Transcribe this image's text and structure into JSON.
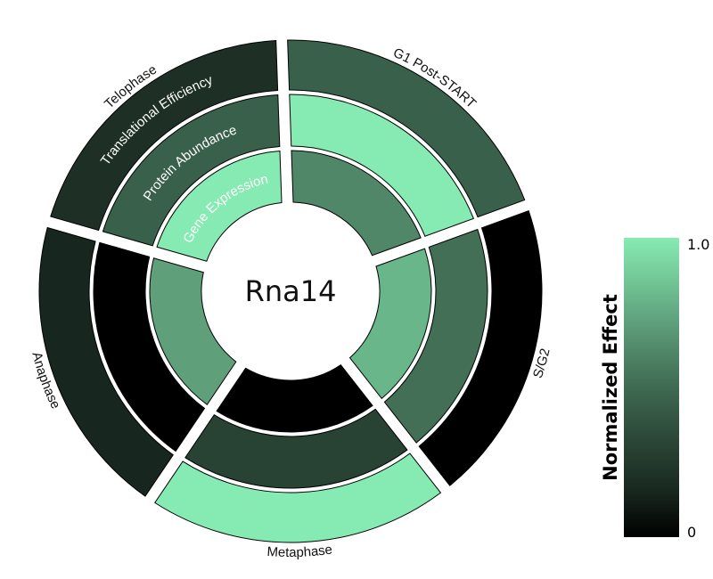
{
  "chart_data": {
    "type": "heatmap",
    "subtype": "radial",
    "title": "Rna14",
    "phases": [
      "G1 Post-START",
      "S/G2",
      "Metaphase",
      "Anaphase",
      "Telophase"
    ],
    "rings": [
      "Gene Expression",
      "Protein Abundance",
      "Translational Efficiency"
    ],
    "values": {
      "G1 Post-START": {
        "Gene Expression": 0.62,
        "Protein Abundance": 1.0,
        "Translational Efficiency": 0.45
      },
      "S/G2": {
        "Gene Expression": 0.8,
        "Protein Abundance": 0.52,
        "Translational Efficiency": 0.0
      },
      "Metaphase": {
        "Gene Expression": 0.0,
        "Protein Abundance": 0.3,
        "Translational Efficiency": 1.0
      },
      "Anaphase": {
        "Gene Expression": 0.72,
        "Protein Abundance": 0.0,
        "Translational Efficiency": 0.15
      },
      "Telophase": {
        "Gene Expression": 1.0,
        "Protein Abundance": 0.45,
        "Translational Efficiency": 0.2
      }
    },
    "ring_labels_shown_in_phase": "Telophase",
    "colorbar": {
      "title": "Normalized Effect",
      "min": 0,
      "max": 1.0,
      "tick_labels": [
        "1.0",
        "0"
      ],
      "colormap": [
        "#000000",
        "#1a2a21",
        "#2c4838",
        "#3f6a52",
        "#579271",
        "#6fbf91",
        "#86ebb2"
      ]
    }
  }
}
